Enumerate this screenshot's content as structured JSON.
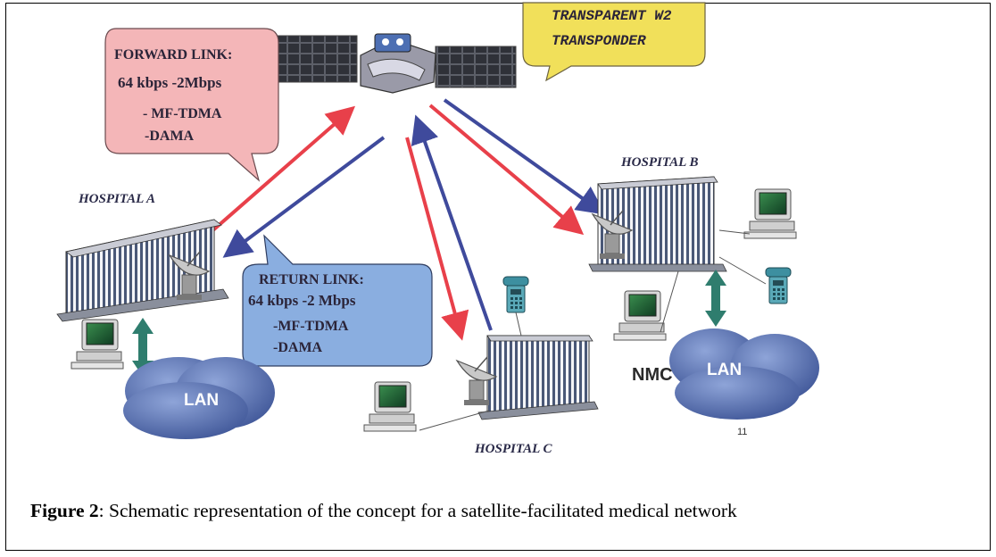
{
  "satellite": {
    "bubble_line1": "TRANSPARENT W2",
    "bubble_line2": "TRANSPONDER"
  },
  "forward_link": {
    "title": "FORWARD LINK:",
    "rate": "64 kbps -2Mbps",
    "protocol1": "- MF-TDMA",
    "protocol2": "-DAMA"
  },
  "return_link": {
    "title": "RETURN LINK:",
    "rate": "64 kbps -2 Mbps",
    "protocol1": "-MF-TDMA",
    "protocol2": "-DAMA"
  },
  "hospitals": {
    "a": "HOSPITAL  A",
    "b": "HOSPITAL  B",
    "c": "HOSPITAL  C"
  },
  "lan_a": "LAN",
  "lan_b": "LAN",
  "nmc": "NMC",
  "slide_number": "11",
  "caption": {
    "label": "Figure 2",
    "text": ": Schematic representation of the concept for a satellite-facilitated medical network"
  },
  "colors": {
    "forward_bubble": "#f4b6b8",
    "return_bubble": "#8aaee0",
    "transponder_bubble": "#f1e05a",
    "uplink_arrow": "#e8404a",
    "downlink_arrow": "#3f4a9c",
    "lan_cloud": "#5f77b8",
    "lan_arrow": "#2f7d6e"
  }
}
